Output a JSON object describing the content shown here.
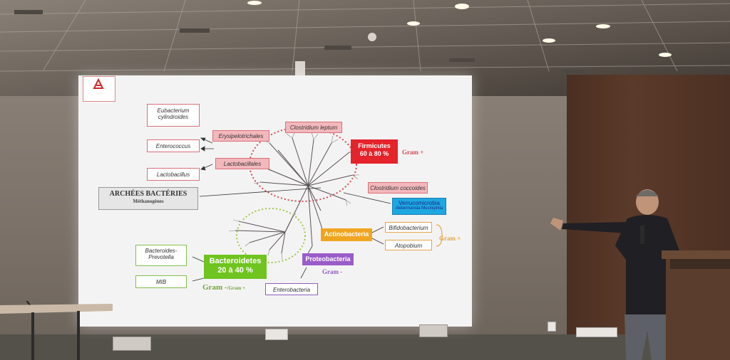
{
  "slide": {
    "logo_text": "",
    "labels": {
      "eubacterium": "Eubacterium cylindroides",
      "erysipelotrichales": "Erysipelotrichales",
      "clostridium_leptum": "Clostridium leptum",
      "enterococcus": "Enterococcus",
      "lactobacillales": "Lactobacillales",
      "lactobacillus": "Lactobacillus",
      "clostridium_coccoides": "Clostridium coccoides",
      "archees_title": "ARCHÉES BACTÉRIES",
      "archees_sub": "Méthanogènes",
      "verrucomicrobia": "Verrucomicrobia",
      "verrucomicrobia_sub": "Akkermansia Muciniphila",
      "bifidobacterium": "Bifidobacterium",
      "atopobium": "Atopobium",
      "bacteroides": "Bacteroides- Prevotella",
      "mib": "MIB",
      "enterobacteria": "Enterobacteria"
    },
    "phyla": {
      "firmicutes_name": "Firmicutes",
      "firmicutes_pct": "60 à 80 %",
      "actinobacteria": "Actinobacteria",
      "bacteroidetes_name": "Bacteroidetes",
      "bacteroidetes_pct": "20 à 40 %",
      "proteobacteria": "Proteobacteria"
    },
    "gram": {
      "firmicutes": "Gram +",
      "actino": "Gram +",
      "proteo": "Gram -",
      "bacteroidetes_main": "Gram -",
      "bacteroidetes_sub": "/Gram +"
    },
    "colors": {
      "firmicutes": "#e4232a",
      "actinobacteria": "#f0a521",
      "bacteroidetes": "#6fc41f",
      "proteobacteria": "#9a5cc8",
      "verrucomicrobia": "#1ea7e0"
    }
  }
}
